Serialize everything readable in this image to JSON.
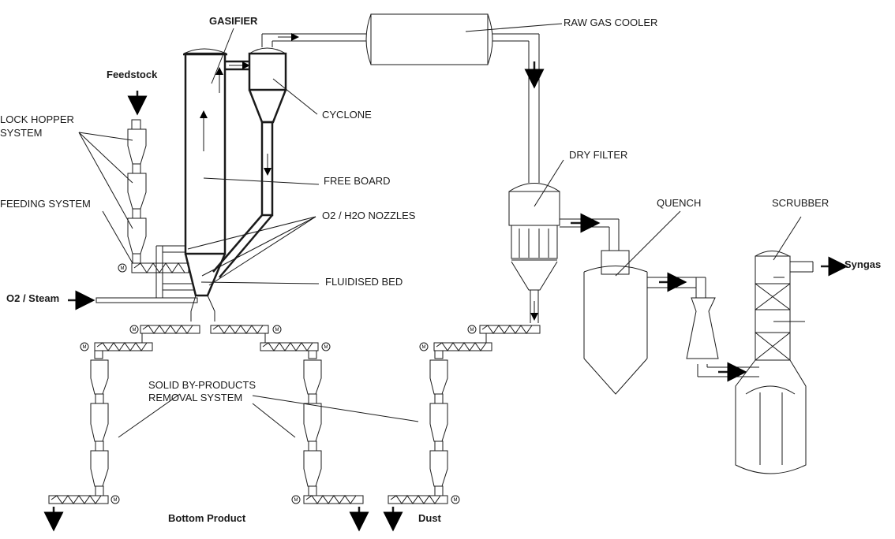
{
  "labels": {
    "gasifier": "GASIFIER",
    "raw_gas_cooler": "RAW GAS COOLER",
    "feedstock": "Feedstock",
    "lock_hopper_1": "LOCK HOPPER",
    "lock_hopper_2": "SYSTEM",
    "cyclone": "CYCLONE",
    "dry_filter": "DRY FILTER",
    "feeding_system": "FEEDING SYSTEM",
    "free_board": "FREE BOARD",
    "quench": "QUENCH",
    "scrubber": "SCRUBBER",
    "nozzles": "O2 / H2O NOZZLES",
    "syngas": "Syngas",
    "fluidised_bed": "FLUIDISED BED",
    "o2_steam": "O2 / Steam",
    "solid_1": "SOLID BY-PRODUCTS",
    "solid_2": "REMOVAL SYSTEM",
    "bottom_product": "Bottom Product",
    "dust": "Dust",
    "motor": "M"
  }
}
